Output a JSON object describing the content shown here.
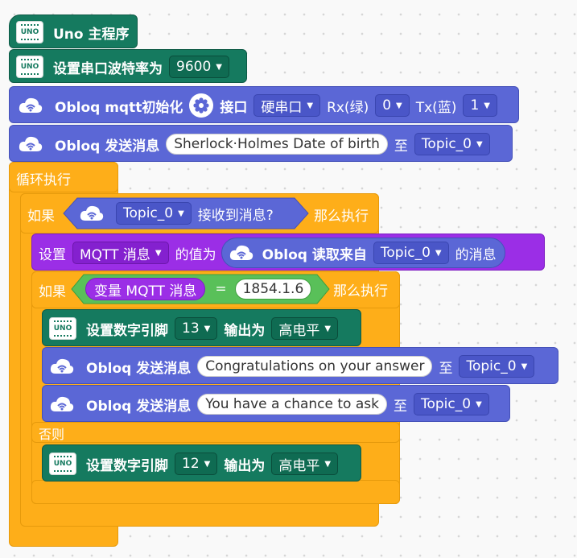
{
  "start": {
    "label": "Uno 主程序"
  },
  "serial": {
    "label": "设置串口波特率为",
    "value": "9600"
  },
  "obloq_init": {
    "label": "Obloq mqtt初始化",
    "port_label": "接口",
    "port_value": "硬串口",
    "rx_label": "Rx(绿)",
    "rx_value": "0",
    "tx_label": "Tx(蓝)",
    "tx_value": "1"
  },
  "send1": {
    "label": "Obloq 发送消息",
    "message": "Sherlock·Holmes Date of birth",
    "to_label": "至",
    "topic": "Topic_0"
  },
  "loop": {
    "label": "循环执行"
  },
  "if1": {
    "label": "如果",
    "topic": "Topic_0",
    "cond_label": "接收到消息?",
    "then_label": "那么执行"
  },
  "setvar": {
    "label": "设置",
    "var": "MQTT 消息",
    "mid_label": "的值为",
    "reader_label": "Obloq 读取来自",
    "topic": "Topic_0",
    "end_label": "的消息"
  },
  "if2": {
    "label": "如果",
    "var_label": "变量 MQTT 消息",
    "op": "=",
    "value": "1854.1.6",
    "then_label": "那么执行"
  },
  "pin13": {
    "label": "设置数字引脚",
    "pin": "13",
    "out_label": "输出为",
    "level": "高电平"
  },
  "send2": {
    "label": "Obloq 发送消息",
    "message": "Congratulations on your answer",
    "to_label": "至",
    "topic": "Topic_0"
  },
  "send3": {
    "label": "Obloq 发送消息",
    "message": "You have a chance to ask",
    "to_label": "至",
    "topic": "Topic_0"
  },
  "else": {
    "label": "否则"
  },
  "pin12": {
    "label": "设置数字引脚",
    "pin": "12",
    "out_label": "输出为",
    "level": "高电平"
  },
  "icons": {
    "uno": "UNO"
  },
  "colors": {
    "green": "#157a5f",
    "blue": "#5b67d6",
    "purple": "#9b2ee6",
    "orange": "#feae19"
  }
}
